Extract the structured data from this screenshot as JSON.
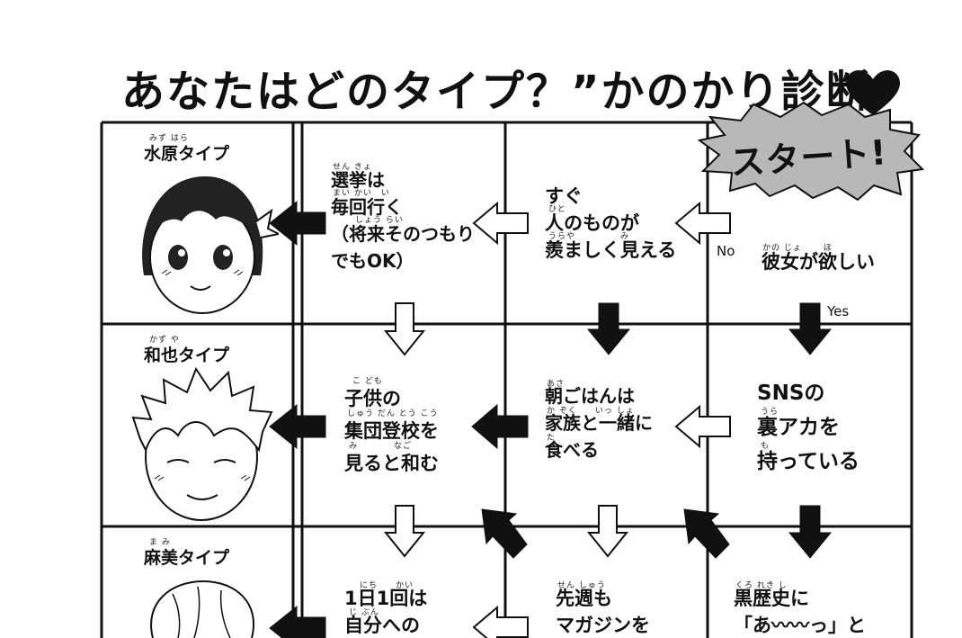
{
  "title": "あなたはどのタイプ？”かのかり診断”",
  "start_label": "スタート!",
  "types": [
    {
      "name": "水原タイプ",
      "ruby": "みず はら"
    },
    {
      "name": "和也タイプ",
      "ruby": "かず や"
    },
    {
      "name": "麻美タイプ",
      "ruby": "ま み"
    }
  ],
  "nodes": {
    "q_girlfriend": {
      "text": "彼女が欲しい",
      "ruby": "かの じょ　　 ほ"
    },
    "q_envy": {
      "text": "すぐ\n人のものが\n羨ましく見える",
      "ruby1": "ひと",
      "ruby2": "うらや　　　　　み"
    },
    "q_vote": {
      "text": "選挙は\n毎回行く\n（将来そのつもり\nでもOK）",
      "ruby1": "せん きょ",
      "ruby2": "まい かい　い",
      "ruby3": "しょう らい"
    },
    "q_sns": {
      "text": "SNSの\n裏アカを\n持っている",
      "ruby1": "うら",
      "ruby2": "も"
    },
    "q_breakfast": {
      "text": "朝ごはんは\n家族と一緒に\n食べる",
      "ruby1": "あさ",
      "ruby2": "か ぞく　　いっ しょ",
      "ruby3": "た"
    },
    "q_kids": {
      "text": "子供の\n集団登校を\n見ると和む",
      "ruby1": "こ ども",
      "ruby2": "しゅう だん とう こう",
      "ruby3": "み　　　　なご"
    },
    "q_dark": {
      "text": "黒歴史に\n「あ〰〰っ」と",
      "ruby1": "くろ れき し"
    },
    "q_magazine": {
      "text": "先週も\nマガジンを",
      "ruby1": "せん しゅう"
    },
    "q_daily": {
      "text": "1日1回は\n自分への",
      "ruby1": "にち　　かい",
      "ruby2": "じ ぶん"
    }
  },
  "labels": {
    "no": "No",
    "yes": "Yes"
  }
}
